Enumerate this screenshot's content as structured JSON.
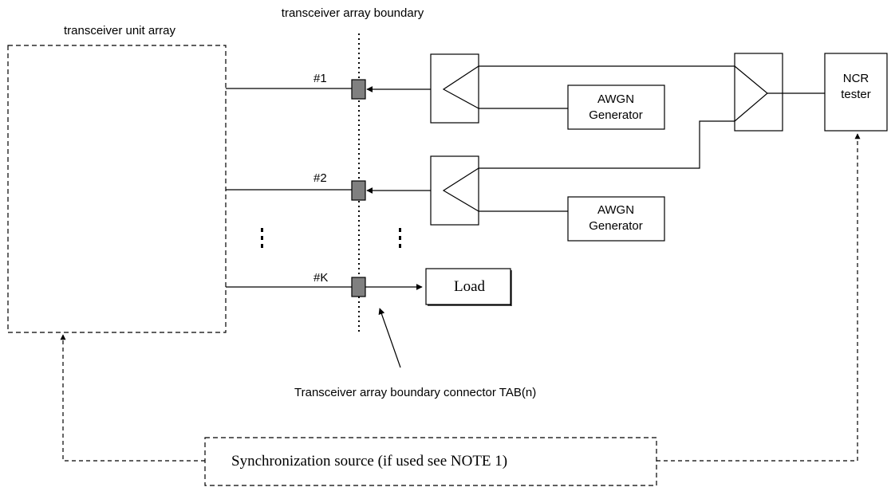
{
  "labels": {
    "unit_array": "transceiver unit array",
    "array_boundary": "transceiver array boundary",
    "port_1": "#1",
    "port_2": "#2",
    "port_k": "#K",
    "load": "Load",
    "awgn_1_line1": "AWGN",
    "awgn_1_line2": "Generator",
    "awgn_2_line1": "AWGN",
    "awgn_2_line2": "Generator",
    "ncr_line1": "NCR",
    "ncr_line2": "tester",
    "connector_note": "Transceiver array boundary connector TAB(n)",
    "sync_source": "Synchronization source (if used see NOTE 1)"
  }
}
